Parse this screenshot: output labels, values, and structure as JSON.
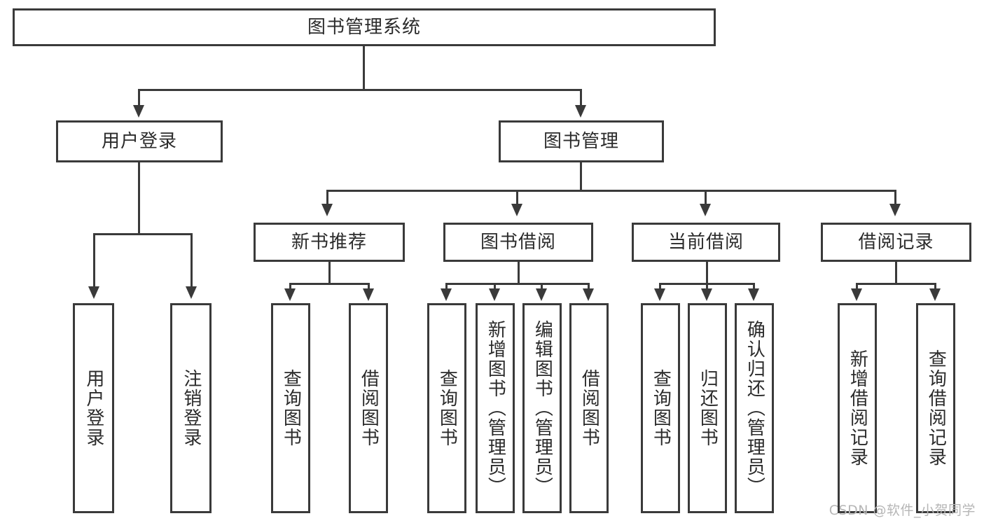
{
  "diagram": {
    "title": "图书管理系统",
    "type": "tree-hierarchy-diagram",
    "colors": {
      "border": "#3a3a3a",
      "background": "#ffffff",
      "text": "#2b2b2b",
      "watermark": "#b6b6b6"
    },
    "root": {
      "label": "图书管理系统"
    },
    "level1": [
      {
        "label": "用户登录"
      },
      {
        "label": "图书管理"
      }
    ],
    "level2": [
      {
        "label": "新书推荐"
      },
      {
        "label": "图书借阅"
      },
      {
        "label": "当前借阅"
      },
      {
        "label": "借阅记录"
      }
    ],
    "leaves": {
      "user_login": [
        {
          "label": "用户登录"
        },
        {
          "label": "注销登录"
        }
      ],
      "new_book_recommend": [
        {
          "label": "查询图书"
        },
        {
          "label": "借阅图书"
        }
      ],
      "book_borrow": [
        {
          "label": "查询图书"
        },
        {
          "label": "新增图书（管理员）"
        },
        {
          "label": "编辑图书（管理员）"
        },
        {
          "label": "借阅图书"
        }
      ],
      "current_borrow": [
        {
          "label": "查询图书"
        },
        {
          "label": "归还图书"
        },
        {
          "label": "确认归还（管理员）"
        }
      ],
      "borrow_record": [
        {
          "label": "新增借阅记录"
        },
        {
          "label": "查询借阅记录"
        }
      ]
    }
  },
  "watermark": {
    "text": "CSDN @软件_小贺同学"
  }
}
